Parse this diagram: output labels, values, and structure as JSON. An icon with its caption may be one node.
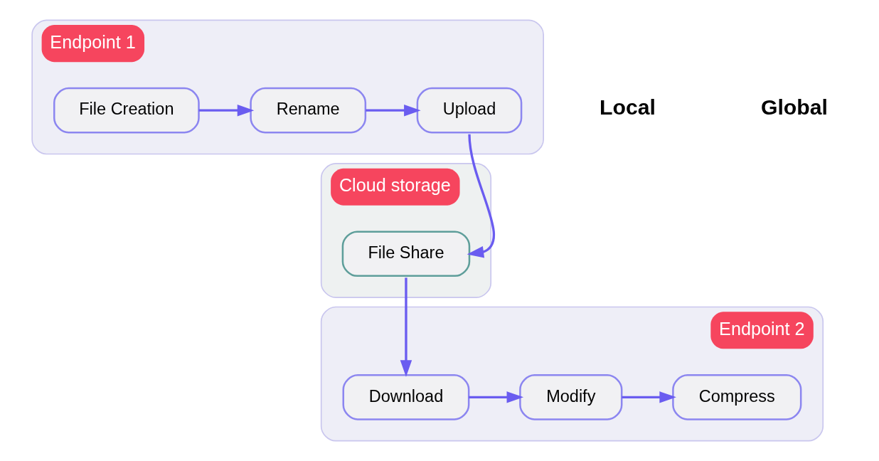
{
  "diagram": {
    "nodes": [
      {
        "text": [
          "Endpoint 1"
        ]
      },
      {
        "text": [
          "File Creation"
        ],
        "in": 0
      },
      {
        "text": [
          "Rename"
        ],
        "in": 0
      },
      {
        "text": [
          "Upload"
        ],
        "in": 0
      },
      {
        "text": [
          "Cloud storage"
        ]
      },
      {
        "text": [
          "File Share"
        ],
        "in": 4
      },
      {
        "text": [
          "Endpoint 2"
        ]
      },
      {
        "text": [
          "Download"
        ],
        "in": 6
      },
      {
        "text": [
          "Modify"
        ],
        "in": 6
      },
      {
        "text": [
          "Compress"
        ],
        "in": 6
      }
    ],
    "edges": [
      {
        "from": 1,
        "to": 2,
        "arrow": "to"
      },
      {
        "from": 2,
        "to": 3,
        "arrow": "to"
      },
      {
        "from": 3,
        "to": 5,
        "arrow": "to"
      },
      {
        "from": 5,
        "to": 7,
        "arrow": "to"
      },
      {
        "from": 7,
        "to": 8,
        "arrow": "to"
      },
      {
        "from": 8,
        "to": 9,
        "arrow": "to"
      }
    ],
    "labels": [
      "Local",
      "Global"
    ]
  }
}
